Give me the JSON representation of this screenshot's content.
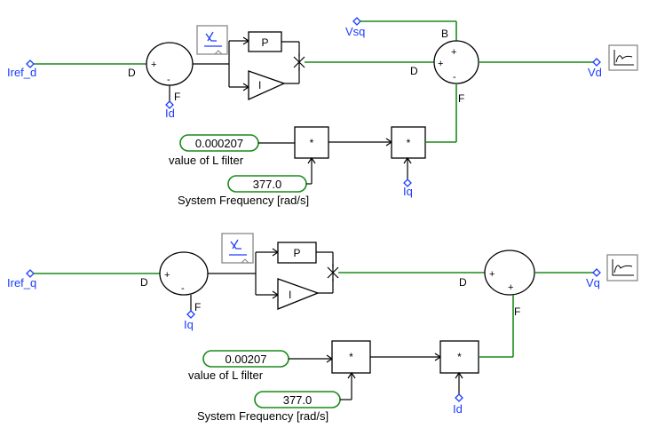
{
  "colors": {
    "wire_green": "#1a8a1a",
    "wire_black": "#000000",
    "signal_label": "#1a3cff",
    "block_border": "#000000",
    "scope_border": "#888888",
    "const_border": "#1a8a1a"
  },
  "top_loop": {
    "input": "Iref_d",
    "feedback": "Id",
    "summer1": {
      "left_port": "D",
      "bottom_port": "F",
      "left_sign": "+",
      "bottom_sign": "-"
    },
    "pi": {
      "p_label": "P",
      "i_label": "I",
      "limiter_icon": "limiter-icon"
    },
    "summer2": {
      "left_port": "D",
      "top_port": "B",
      "bottom_port": "F",
      "left_sign": "+",
      "top_sign": "+",
      "bottom_sign": "-"
    },
    "feedforward_input": "Vsq",
    "output": "Vd",
    "mult1": {
      "label": "*"
    },
    "mult2": {
      "label": "*"
    },
    "const_l": {
      "value": "0.000207",
      "caption": "value of L filter"
    },
    "const_freq": {
      "value": "377.0",
      "caption": "System Frequency [rad/s]"
    },
    "cross_current": "Iq",
    "scope_icon": "scope-icon"
  },
  "bottom_loop": {
    "input": "Iref_q",
    "feedback": "Iq",
    "summer1": {
      "left_port": "D",
      "bottom_port": "F",
      "left_sign": "+",
      "bottom_sign": "-"
    },
    "pi": {
      "p_label": "P",
      "i_label": "I",
      "limiter_icon": "limiter-icon"
    },
    "summer2": {
      "left_port": "D",
      "bottom_port": "F",
      "left_sign": "+",
      "bottom_sign": "+"
    },
    "output": "Vq",
    "mult1": {
      "label": "*"
    },
    "mult2": {
      "label": "*"
    },
    "const_l": {
      "value": "0.00207",
      "caption": "value of L filter"
    },
    "const_freq": {
      "value": "377.0",
      "caption": "System Frequency [rad/s]"
    },
    "cross_current": "Id",
    "scope_icon": "scope-icon"
  }
}
